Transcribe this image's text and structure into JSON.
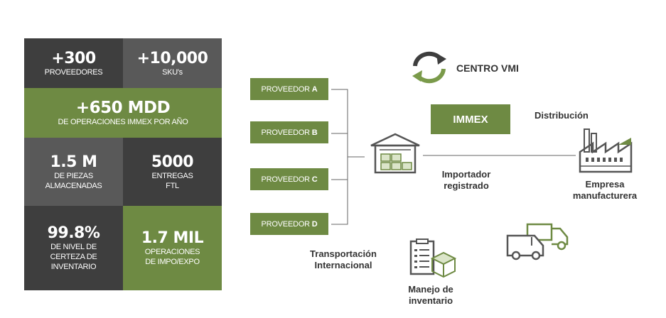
{
  "stats": {
    "proveedores": {
      "value": "+300",
      "label": "PROVEEDORES"
    },
    "skus": {
      "value": "+10,000",
      "label": "SKU's"
    },
    "operaciones": {
      "value": "+650 MDD",
      "label": "DE OPERACIONES IMMEX POR AÑO"
    },
    "piezas": {
      "value": "1.5 M",
      "label_line1": "DE PIEZAS",
      "label_line2": "ALMACENADAS"
    },
    "entregas": {
      "value": "5000",
      "label_line1": "ENTREGAS",
      "label_line2": "FTL"
    },
    "certeza": {
      "value": "99.8%",
      "label_line1": "DE NIVEL DE",
      "label_line2": "CERTEZA DE",
      "label_line3": "INVENTARIO"
    },
    "impo": {
      "value": "1.7 MIL",
      "label_line1": "OPERACIONES",
      "label_line2": "DE IMPO/EXPO"
    }
  },
  "providers": [
    {
      "prefix": "PROVEEDOR ",
      "letter": "A"
    },
    {
      "prefix": "PROVEEDOR ",
      "letter": "B"
    },
    {
      "prefix": "PROVEEDOR ",
      "letter": "C"
    },
    {
      "prefix": "PROVEEDOR ",
      "letter": "D"
    }
  ],
  "diagram": {
    "centro": "CENTRO VMI",
    "immex": "IMMEX",
    "distribucion": "Distribución",
    "importador_line1": "Importador",
    "importador_line2": "registrado",
    "empresa_line1": "Empresa",
    "empresa_line2": "manufacturera",
    "transporte_line1": "Transportación",
    "transporte_line2": "Internacional",
    "manejo_line1": "Manejo de",
    "manejo_line2": "inventario"
  },
  "colors": {
    "dark_gray": "#3e3e3e",
    "mid_gray": "#595959",
    "green": "#6e8a43",
    "icon_gray": "#555555"
  }
}
